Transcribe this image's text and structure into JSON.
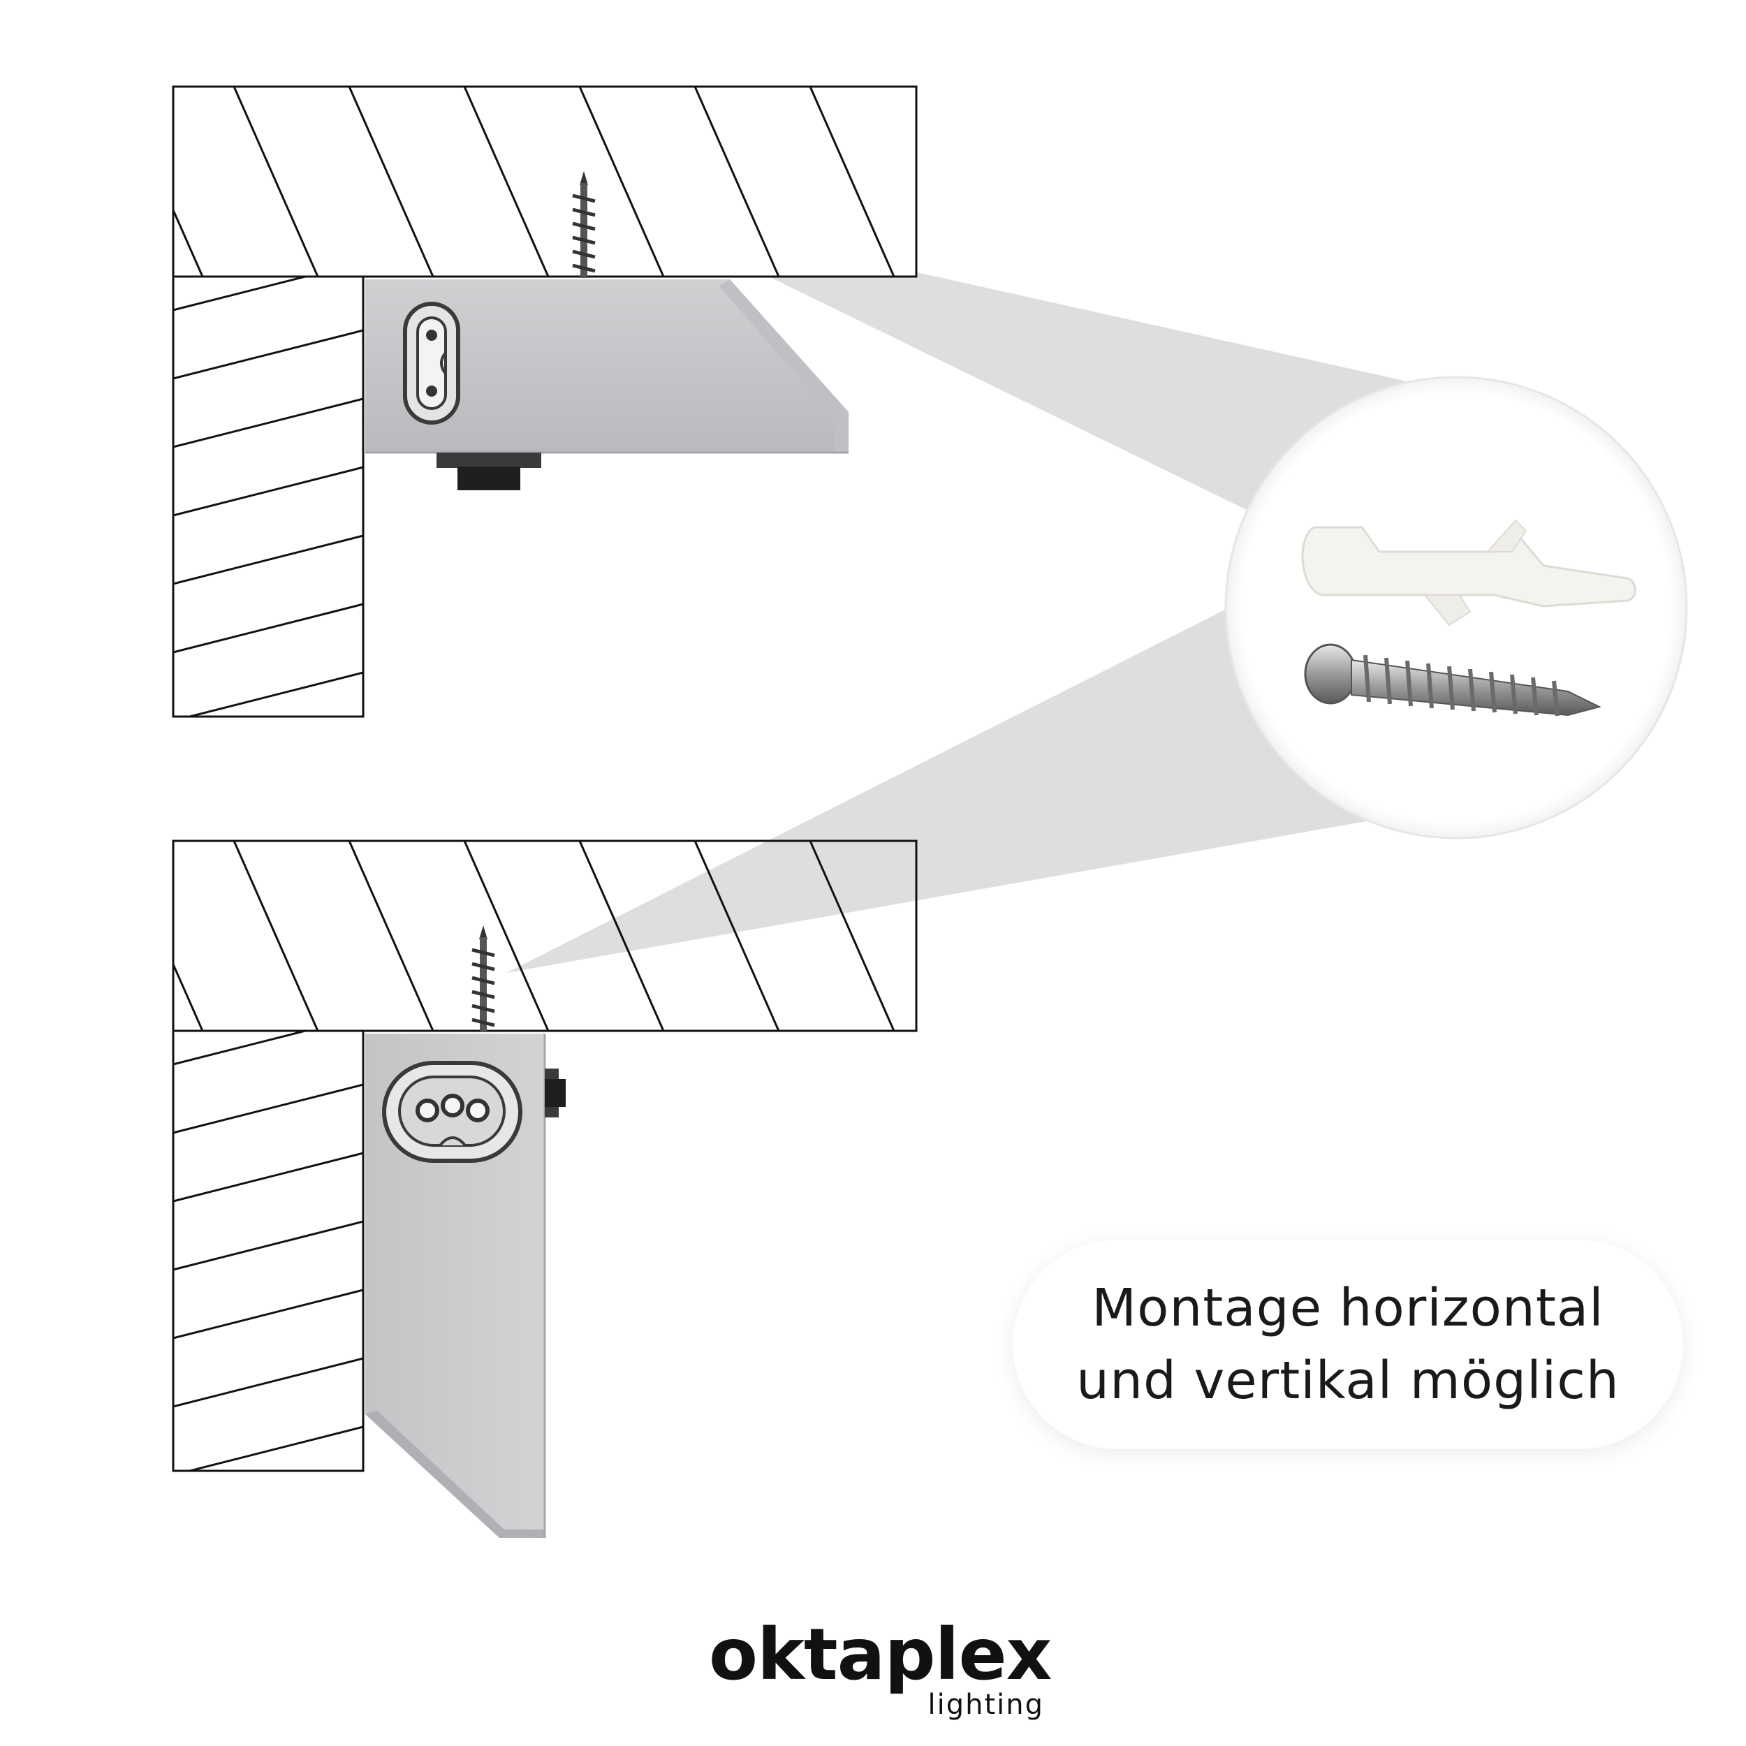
{
  "caption": {
    "line1": "Montage horizontal",
    "line2": "und vertikal möglich"
  },
  "brand": {
    "name": "oktaplex",
    "sub": "lighting"
  },
  "colors": {
    "housing": "#c6c7c9",
    "housing_edge": "#9fa1a4",
    "beam": "#dcdcdc",
    "line": "#111111",
    "plug_dark": "#2a2a2a"
  }
}
